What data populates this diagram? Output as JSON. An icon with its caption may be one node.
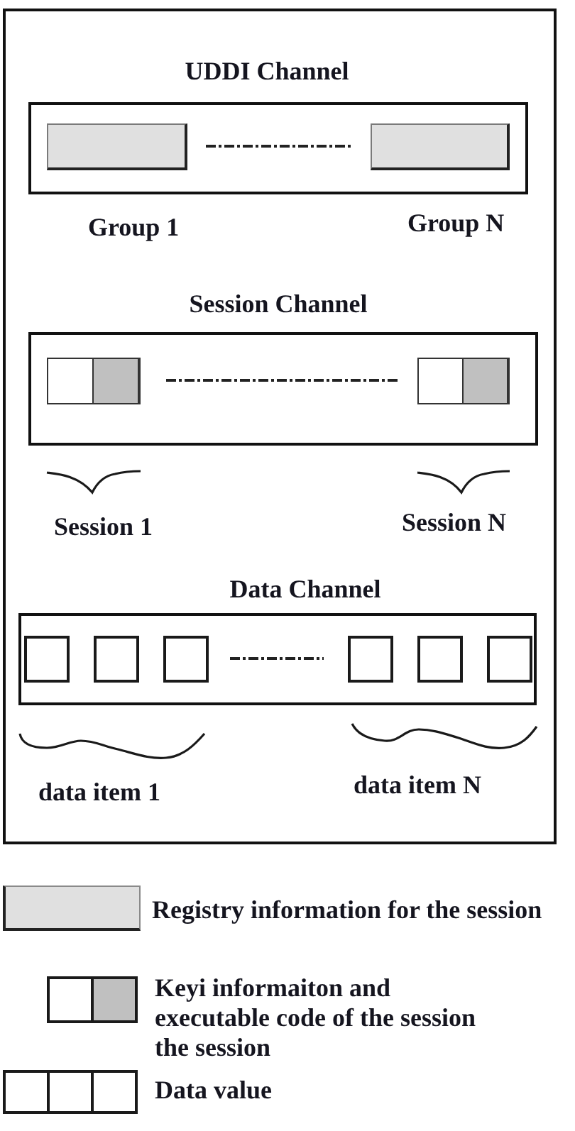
{
  "diagram": {
    "nodes": [
      {
        "text": [],
        "shape": "box"
      },
      {
        "text": [
          "UDDI Channel"
        ],
        "in": 0
      },
      {
        "text": [],
        "shape": "box",
        "in": 1
      },
      {
        "text": [],
        "shape": "box",
        "in": 1
      },
      {
        "text": [
          "Session Channel"
        ],
        "in": 0
      },
      {
        "text": [],
        "shape": "box",
        "in": 4
      },
      {
        "text": [],
        "shape": "box",
        "in": 4
      },
      {
        "text": [
          "Data Channel"
        ],
        "in": 0
      },
      {
        "text": [],
        "shape": "box",
        "in": 7
      },
      {
        "text": [],
        "shape": "box",
        "in": 7
      },
      {
        "text": [],
        "shape": "box",
        "in": 7
      },
      {
        "text": [],
        "shape": "box",
        "in": 7
      },
      {
        "text": [],
        "shape": "box",
        "in": 7
      },
      {
        "text": [],
        "shape": "box",
        "in": 7
      }
    ],
    "labels": [
      "Group 1",
      "Group N",
      "Session 1",
      "Session N",
      "data item 1",
      "data item N"
    ],
    "legend": [
      {
        "text": "Registry information for the session",
        "color": "#e0e0e0"
      },
      {
        "text": "Keyi informaiton and executable code of the session the session"
      },
      {
        "text": "Data value"
      }
    ]
  }
}
